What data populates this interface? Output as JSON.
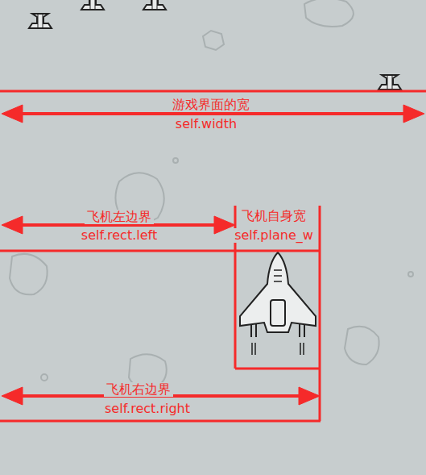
{
  "diagram": {
    "labels": [
      "游戏界面的宽",
      "self.width",
      "飞机左边界",
      "self.rect.left",
      "飞机自身宽",
      "self.plane_w",
      "飞机右边界",
      "self.rect.right"
    ]
  }
}
